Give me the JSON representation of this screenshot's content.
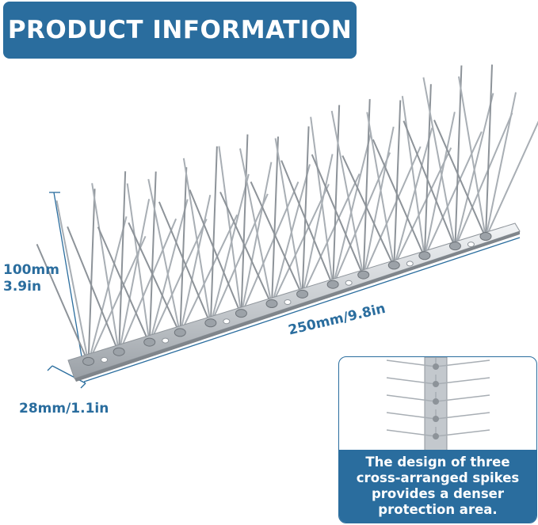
{
  "header": {
    "title": "PRODUCT INFORMATION"
  },
  "dimensions": {
    "height_metric": "100mm",
    "height_imperial": "3.9in",
    "length": "250mm/9.8in",
    "width": "28mm/1.1in"
  },
  "inset": {
    "caption_lines": [
      "The design of three",
      "cross-arranged spikes",
      "provides a denser",
      "protection area."
    ]
  },
  "colors": {
    "accent": "#2a6d9e",
    "metal": "#a8aeb4"
  }
}
